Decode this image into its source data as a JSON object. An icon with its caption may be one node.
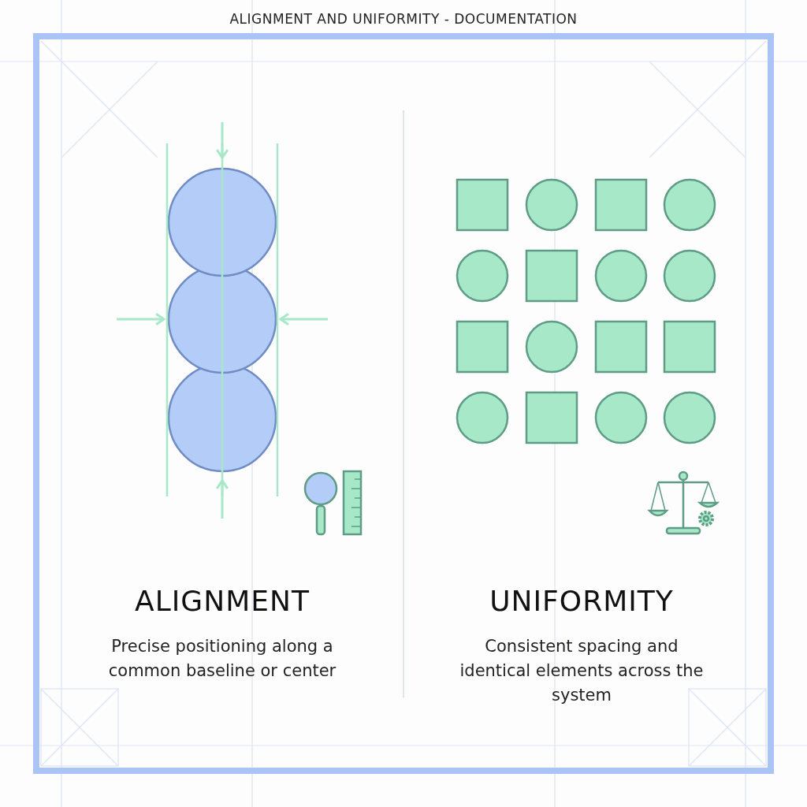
{
  "diagram": {
    "title": "ALIGNMENT AND UNIFORMITY - DOCUMENTATION",
    "labels": [
      "ALIGNMENT",
      "Precise positioning along a common baseline or center",
      "UNIFORMITY",
      "Consistent spacing and identical elements across the system"
    ]
  }
}
